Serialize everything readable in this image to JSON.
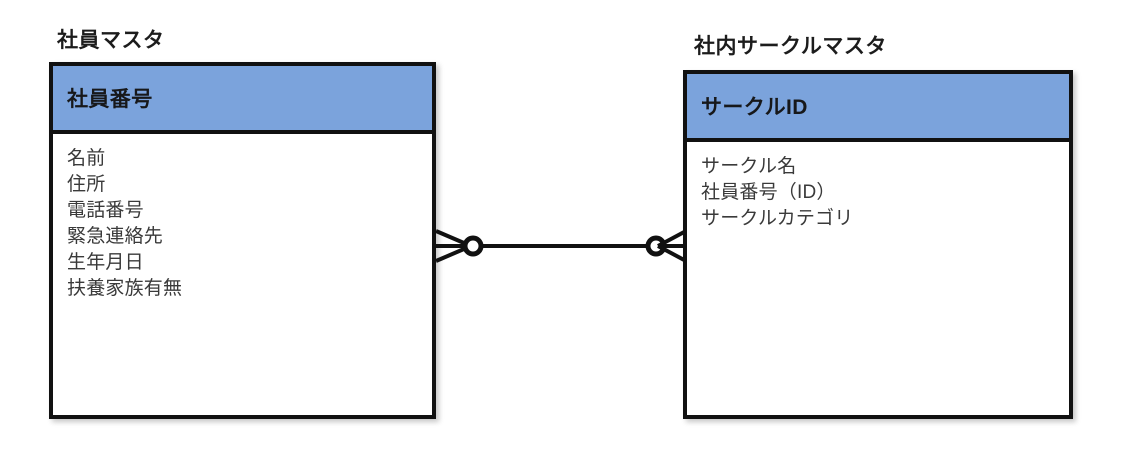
{
  "diagram": {
    "type": "er-diagram",
    "notation": "crows-foot",
    "background_color": "#ffffff",
    "entities": [
      {
        "id": "employee-master",
        "title": "社員マスタ",
        "primary_key": "社員番号",
        "header_color": "#7BA3DC",
        "border_color": "#111111",
        "attributes": [
          "名前",
          "住所",
          "電話番号",
          "緊急連絡先",
          "生年月日",
          "扶養家族有無"
        ]
      },
      {
        "id": "circle-master",
        "title": "社内サークルマスタ",
        "primary_key": "サークルID",
        "header_color": "#7BA3DC",
        "border_color": "#111111",
        "attributes": [
          "サークル名",
          "社員番号（ID）",
          "サークルカテゴリ"
        ]
      }
    ],
    "relationship": {
      "left_cardinality": "zero-or-many",
      "right_cardinality": "zero-or-many",
      "line_color": "#111111",
      "left_symbol": "crows-foot-with-ring",
      "right_symbol": "crows-foot-with-ring"
    }
  }
}
